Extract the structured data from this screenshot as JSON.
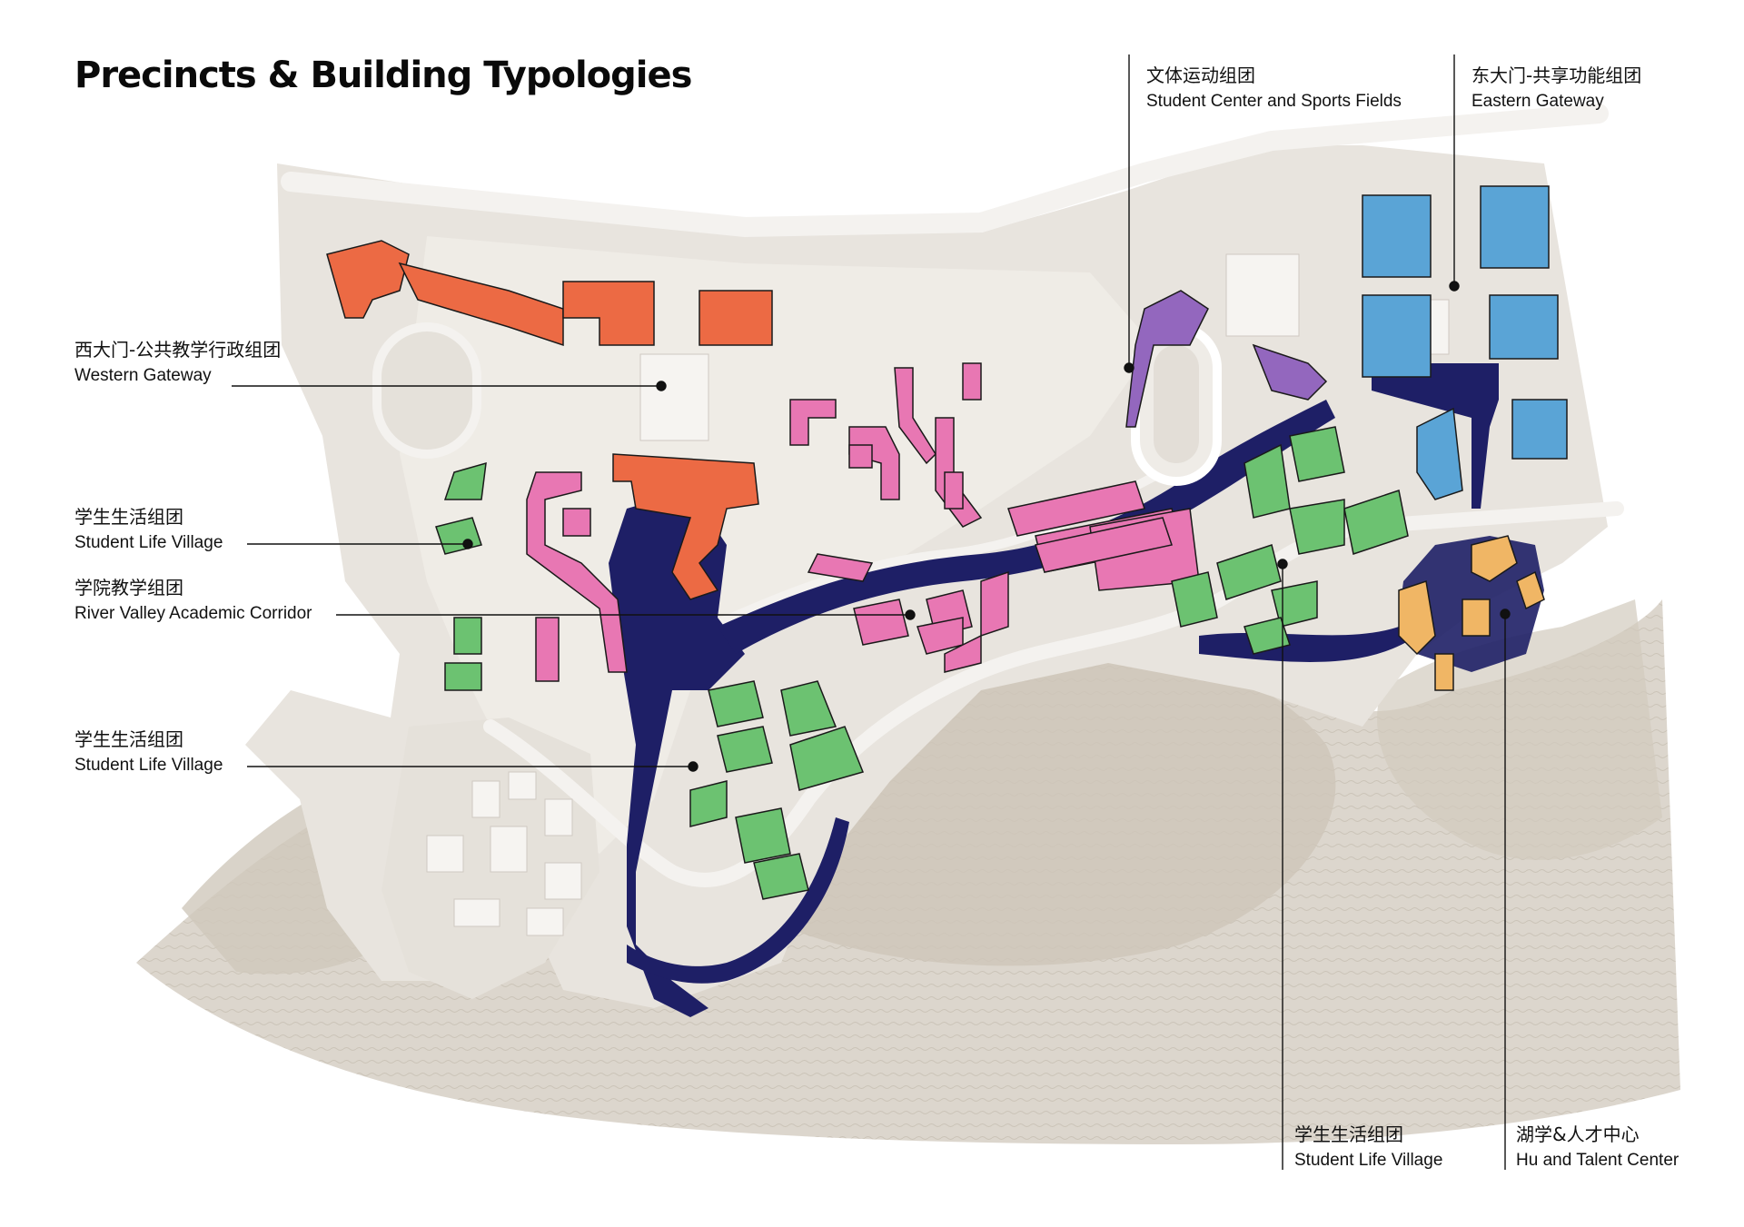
{
  "title": "Precincts & Building Typologies",
  "colors": {
    "background": "#ffffff",
    "terrain": "#d8d1c7",
    "terrain_light": "#e7e2db",
    "ground": "#e9e5df",
    "road": "#f3f1ee",
    "water": "#1e1f66",
    "admin": "#ec6a44",
    "academic": "#e877b3",
    "student_life": "#6cc271",
    "sports": "#9367be",
    "eastern": "#5aa4d6",
    "talent": "#f0b665",
    "leader": "#111111"
  },
  "labels": {
    "western_gateway": {
      "zh": "西大门-公共教学行政组团",
      "en": "Western Gateway"
    },
    "student_life_1": {
      "zh": "学生生活组团",
      "en": "Student Life Village"
    },
    "academic_corridor": {
      "zh": "学院教学组团",
      "en": "River Valley Academic Corridor"
    },
    "student_life_2": {
      "zh": "学生生活组团",
      "en": "Student Life Village"
    },
    "sports_center": {
      "zh": "文体运动组团",
      "en": "Student Center and Sports Fields"
    },
    "eastern_gateway": {
      "zh": "东大门-共享功能组团",
      "en": "Eastern Gateway"
    },
    "student_life_3": {
      "zh": "学生生活组团",
      "en": "Student Life Village"
    },
    "talent_center": {
      "zh": "湖学&人才中心",
      "en": "Hu and Talent Center"
    }
  }
}
